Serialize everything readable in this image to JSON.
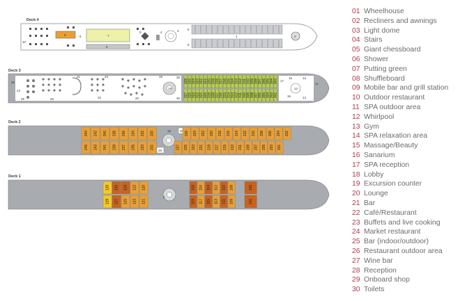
{
  "decks": [
    {
      "label": "Deck 4"
    },
    {
      "label": "Deck 3"
    },
    {
      "label": "Deck 2"
    },
    {
      "label": "Deck 1"
    }
  ],
  "deck3_cabins": {
    "top": [
      "328",
      "326",
      "324",
      "323",
      "322",
      "321",
      "320",
      "319",
      "318",
      "317",
      "316",
      "315",
      "314",
      "313",
      "312",
      "311",
      "310",
      "309",
      "308",
      "307",
      "306",
      "305",
      "304",
      "303"
    ],
    "bottom": [
      "327",
      "325",
      "323",
      "322",
      "321",
      "320",
      "319",
      "318",
      "317",
      "316",
      "315",
      "314",
      "313",
      "312",
      "311",
      "310",
      "309",
      "308",
      "307",
      "306",
      "305",
      "304",
      "303",
      "301"
    ]
  },
  "deck2_cabins": {
    "aft_top": [
      "244",
      "242",
      "240",
      "238",
      "236",
      "234",
      "232",
      "230"
    ],
    "aft_bottom": [
      "245",
      "243",
      "241",
      "239",
      "237",
      "235",
      "233",
      "231"
    ],
    "fwd_top": [
      "226",
      "224",
      "222",
      "220",
      "218",
      "216",
      "214",
      "212",
      "210",
      "208",
      "206",
      "204",
      "202"
    ],
    "fwd_bottom": [
      "227",
      "225",
      "223",
      "221",
      "219",
      "217",
      "215",
      "213",
      "211",
      "209",
      "207",
      "205",
      "203",
      "201"
    ]
  },
  "deck1_cabins": {
    "aft_top": [
      "128",
      "126",
      "124",
      "122",
      "120"
    ],
    "aft_bottom": [
      "129",
      "127",
      "125",
      "123",
      "121"
    ],
    "fwd_top": [
      "118",
      "116",
      "114",
      "112",
      "110",
      "108"
    ],
    "fwd_bottom": [
      "119",
      "117",
      "115",
      "113",
      "111",
      "109"
    ],
    "bow_top": [
      "102"
    ],
    "bow_bottom": [
      "101"
    ]
  },
  "deck_markers": {
    "deck4": [
      "10",
      "9",
      "8",
      "7",
      "6",
      "5",
      "4",
      "3",
      "2",
      "1",
      "6",
      "6"
    ],
    "deck3": [
      "24",
      "25",
      "26",
      "28",
      "21",
      "22",
      "23",
      "20",
      "19",
      "18",
      "17",
      "15",
      "16",
      "14",
      "13",
      "12",
      "11",
      "29",
      "30"
    ],
    "deck2": [
      "18",
      "30",
      "28"
    ],
    "deck1": [
      "4"
    ]
  },
  "legend": [
    {
      "num": "01",
      "text": "Wheelhouse"
    },
    {
      "num": "02",
      "text": "Recliners and awnings"
    },
    {
      "num": "03",
      "text": "Light dome"
    },
    {
      "num": "04",
      "text": "Stairs"
    },
    {
      "num": "05",
      "text": "Giant chessboard"
    },
    {
      "num": "06",
      "text": "Shower"
    },
    {
      "num": "07",
      "text": "Putting green"
    },
    {
      "num": "08",
      "text": "Shuffleboard"
    },
    {
      "num": "09",
      "text": "Mobile bar and grill station"
    },
    {
      "num": "10",
      "text": "Outdoor restaurant"
    },
    {
      "num": "11",
      "text": "SPA outdoor area"
    },
    {
      "num": "12",
      "text": "Whirlpool"
    },
    {
      "num": "13",
      "text": "Gym"
    },
    {
      "num": "14",
      "text": "SPA relaxation area"
    },
    {
      "num": "15",
      "text": "Massage/Beauty"
    },
    {
      "num": "16",
      "text": "Sanarium"
    },
    {
      "num": "17",
      "text": "SPA reception"
    },
    {
      "num": "18",
      "text": "Lobby"
    },
    {
      "num": "19",
      "text": "Excursion counter"
    },
    {
      "num": "20",
      "text": "Lounge"
    },
    {
      "num": "21",
      "text": "Bar"
    },
    {
      "num": "22",
      "text": "Café/Restaurant"
    },
    {
      "num": "23",
      "text": "Buffets and live cooking"
    },
    {
      "num": "24",
      "text": "Market restaurant"
    },
    {
      "num": "25",
      "text": "Bar (indoor/outdoor)"
    },
    {
      "num": "26",
      "text": "Restaurant outdoor area"
    },
    {
      "num": "27",
      "text": "Wine bar"
    },
    {
      "num": "28",
      "text": "Reception"
    },
    {
      "num": "29",
      "text": "Onboard shop"
    },
    {
      "num": "30",
      "text": "Toilets"
    }
  ],
  "colors": {
    "hull": "#a8acb0",
    "hull_dark": "#8f9397",
    "deck3_cabin": "#b5cf47",
    "deck2_cabin": "#e8a035",
    "deck1_orange": "#e8a035",
    "deck1_dark": "#c8631f",
    "deck1_yellow": "#f5c826",
    "legend_num": "#b23a4e",
    "legend_text": "#6b6b6b"
  }
}
